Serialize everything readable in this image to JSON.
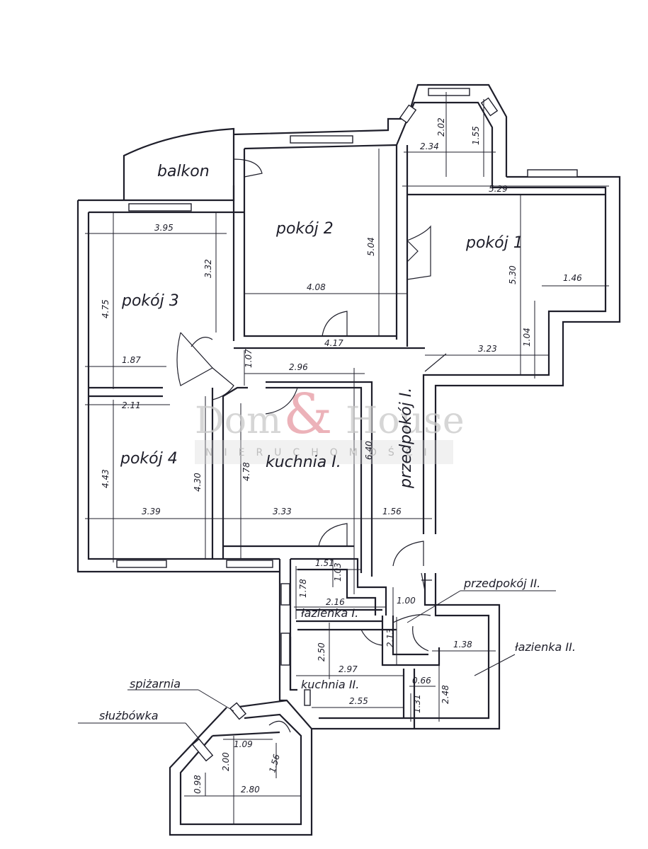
{
  "rooms": {
    "balkon": "balkon",
    "pokoj1": "pokój 1",
    "pokoj2": "pokój 2",
    "pokoj3": "pokój 3",
    "pokoj4": "pokój 4",
    "kuchnia1": "kuchnia I.",
    "przedpokoj1": "przedpokój I.",
    "przedpokoj2": "przedpokój II.",
    "lazienka1": "łazienka I.",
    "lazienka2": "łazienka II.",
    "kuchnia2": "kuchnia II.",
    "spizarnia": "spiżarnia",
    "sluzbowka": "służbówka"
  },
  "dimensions": {
    "d_2_02": "2.02",
    "d_2_34": "2.34",
    "d_1_55": "1.55",
    "d_5_29": "5.29",
    "d_3_95": "3.95",
    "d_5_04": "5.04",
    "d_5_30": "5.30",
    "d_1_46": "1.46",
    "d_4_75": "4.75",
    "d_3_32": "3.32",
    "d_4_08": "4.08",
    "d_1_04": "1.04",
    "d_4_17": "4.17",
    "d_3_23": "3.23",
    "d_1_87": "1.87",
    "d_1_07": "1.07",
    "d_2_96": "2.96",
    "d_2_11": "2.11",
    "d_6_40": "6.40",
    "d_4_43": "4.43",
    "d_4_30": "4.30",
    "d_4_78": "4.78",
    "d_3_39": "3.39",
    "d_3_33": "3.33",
    "d_1_56a": "1.56",
    "d_1_51": "1.51",
    "d_1_78": "1.78",
    "d_1_03": "1.03",
    "d_2_16": "2.16",
    "d_1_00": "1.00",
    "d_2_13": "2.13",
    "d_1_38": "1.38",
    "d_2_50": "2.50",
    "d_2_97": "2.97",
    "d_0_66": "0.66",
    "d_2_48": "2.48",
    "d_2_55": "2.55",
    "d_1_31": "1.31",
    "d_1_09": "1.09",
    "d_2_00": "2.00",
    "d_1_56b": "1.56",
    "d_0_98": "0.98",
    "d_2_80": "2.80"
  },
  "watermark": {
    "brand_left": "Dom",
    "brand_amp": "&",
    "brand_right": "House",
    "tagline": "NIERUCHOMOŚCI"
  }
}
